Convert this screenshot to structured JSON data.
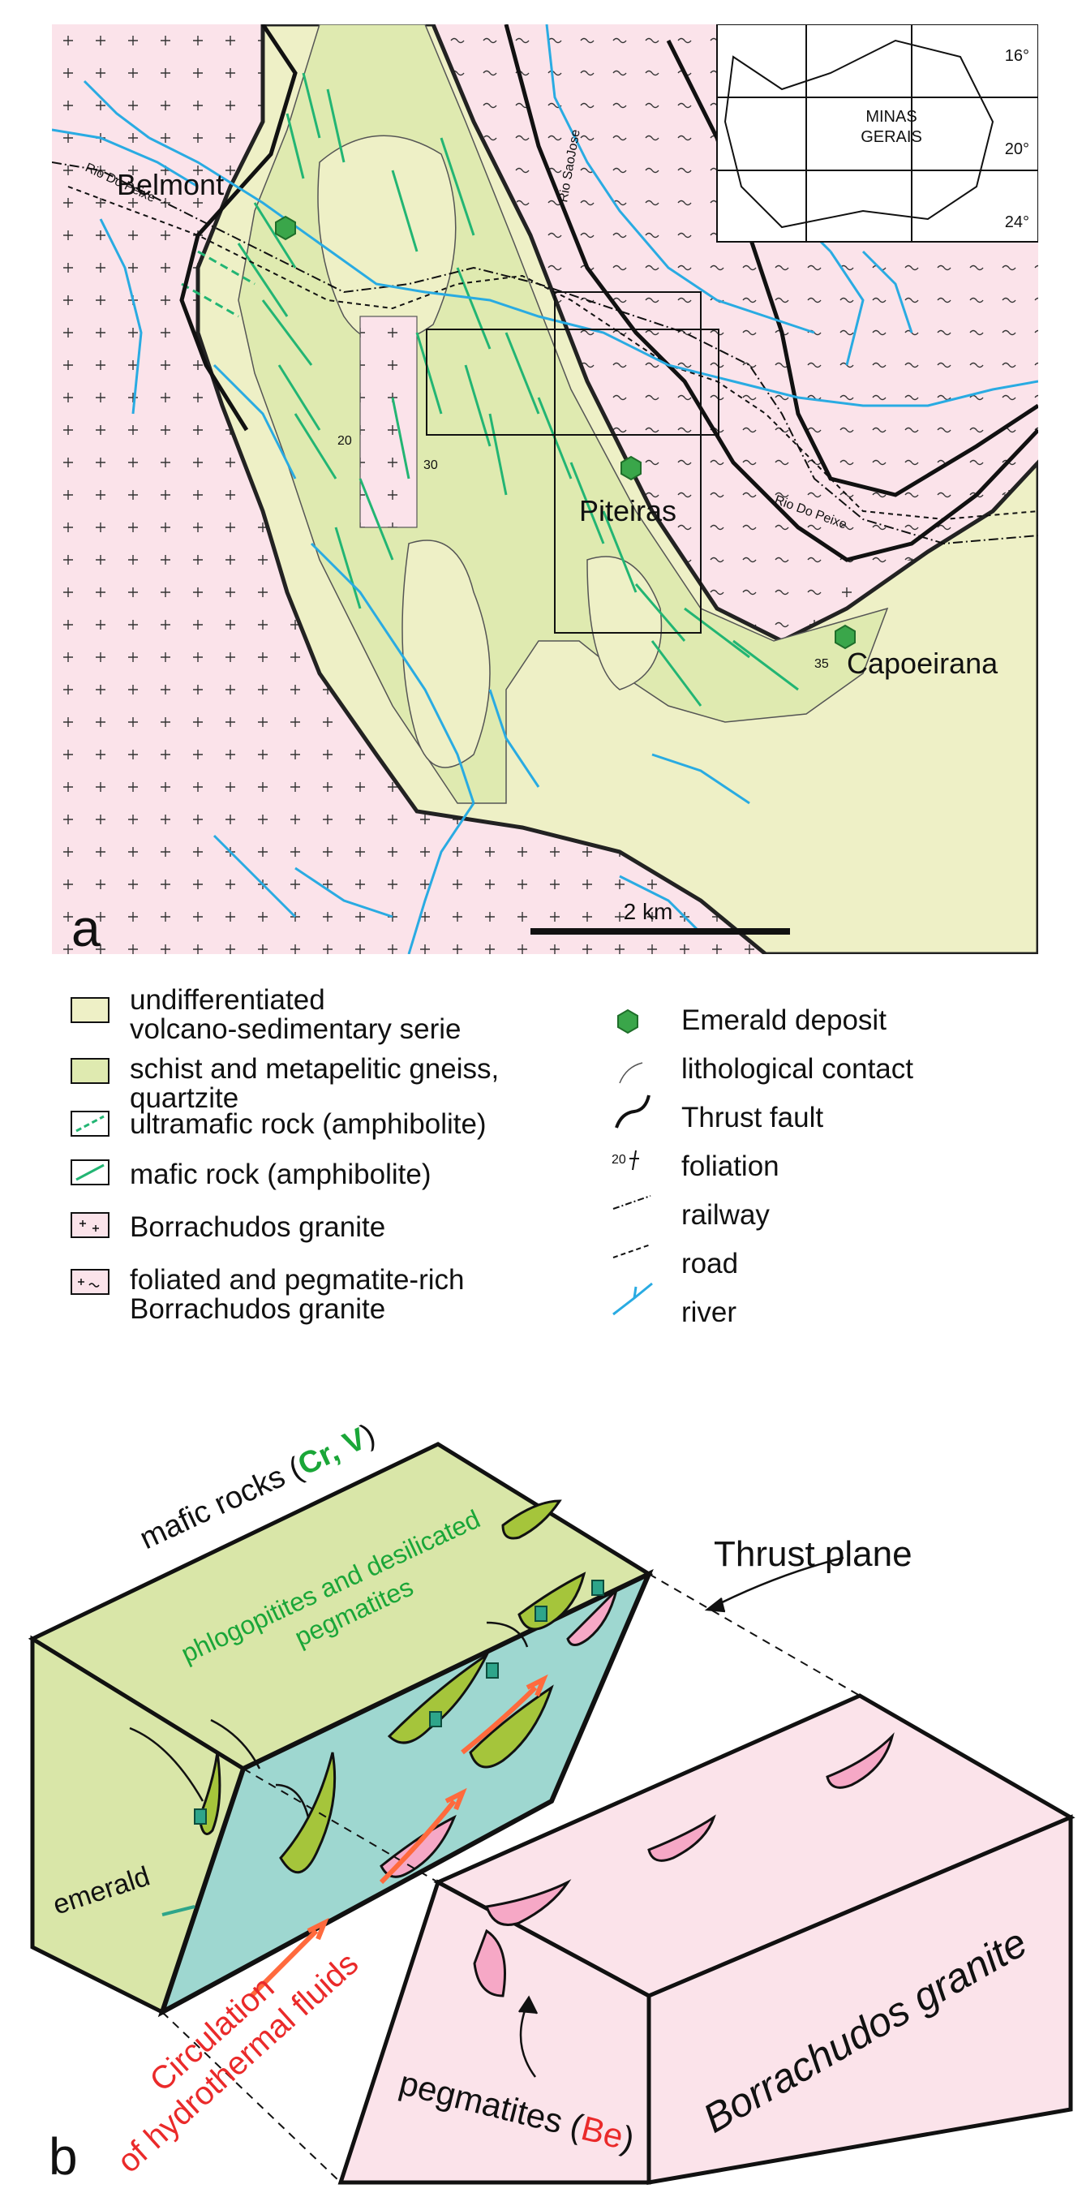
{
  "map": {
    "panel_label": "a",
    "towns": [
      "Belmont",
      "Piteiras",
      "Capoeirana"
    ],
    "rivers": [
      "Rio Do Peixe",
      "Rio SaoJose",
      "Rio Do Peixe"
    ],
    "foliation_dips": [
      "20",
      "30",
      "35"
    ],
    "scale_label": "2 km",
    "inset": {
      "label_line1": "MINAS",
      "label_line2": "GERAIS",
      "latitudes": [
        "16°",
        "20°",
        "24°"
      ]
    }
  },
  "legend": {
    "left": [
      {
        "line1": "undifferentiated",
        "line2": "volcano-sedimentary serie"
      },
      {
        "line1": "schist and metapelitic gneiss,",
        "line2": "quartzite"
      },
      {
        "line1": "ultramafic rock (amphibolite)"
      },
      {
        "line1": "mafic rock (amphibolite)"
      },
      {
        "line1": "Borrachudos granite"
      },
      {
        "line1": "foliated and pegmatite-rich",
        "line2": "Borrachudos granite"
      }
    ],
    "right": [
      {
        "label": "Emerald deposit"
      },
      {
        "label": "lithological contact"
      },
      {
        "label": "Thrust fault"
      },
      {
        "label": "foliation",
        "symbol_number": "20"
      },
      {
        "label": "railway"
      },
      {
        "label": "road"
      },
      {
        "label": "river"
      }
    ]
  },
  "block": {
    "panel_label": "b",
    "thrust_plane": "Thrust  plane",
    "mafic_rocks": "mafic rocks (",
    "mafic_elements": "Cr, V",
    "mafic_close": ")",
    "phlogopitites_line1": "phlogopitites and desilicated",
    "phlogopitites_line2": "pegmatites",
    "emerald": "emerald",
    "circulation_line1": "Circulation",
    "circulation_line2": "of hydrothermal fluids",
    "pegmatites": "pegmatites (",
    "pegmatites_element": "Be",
    "pegmatites_close": ")",
    "granite": "Borrachudos granite"
  },
  "colors": {
    "granite_pink": "#fbe3ea",
    "volcano_yellow": "#eef0c6",
    "schist_green": "#dfeab0",
    "mafic_line": "#22b573",
    "river": "#29abe2",
    "emerald": "#3aa64a",
    "block_green": "#d9e6a8",
    "plane_cyan": "#9ed7d0",
    "pegmatite_pink": "#f6a8c6",
    "lens_green": "#a5c53b",
    "red_text": "#ea2a2a",
    "green_text": "#1aa638"
  }
}
